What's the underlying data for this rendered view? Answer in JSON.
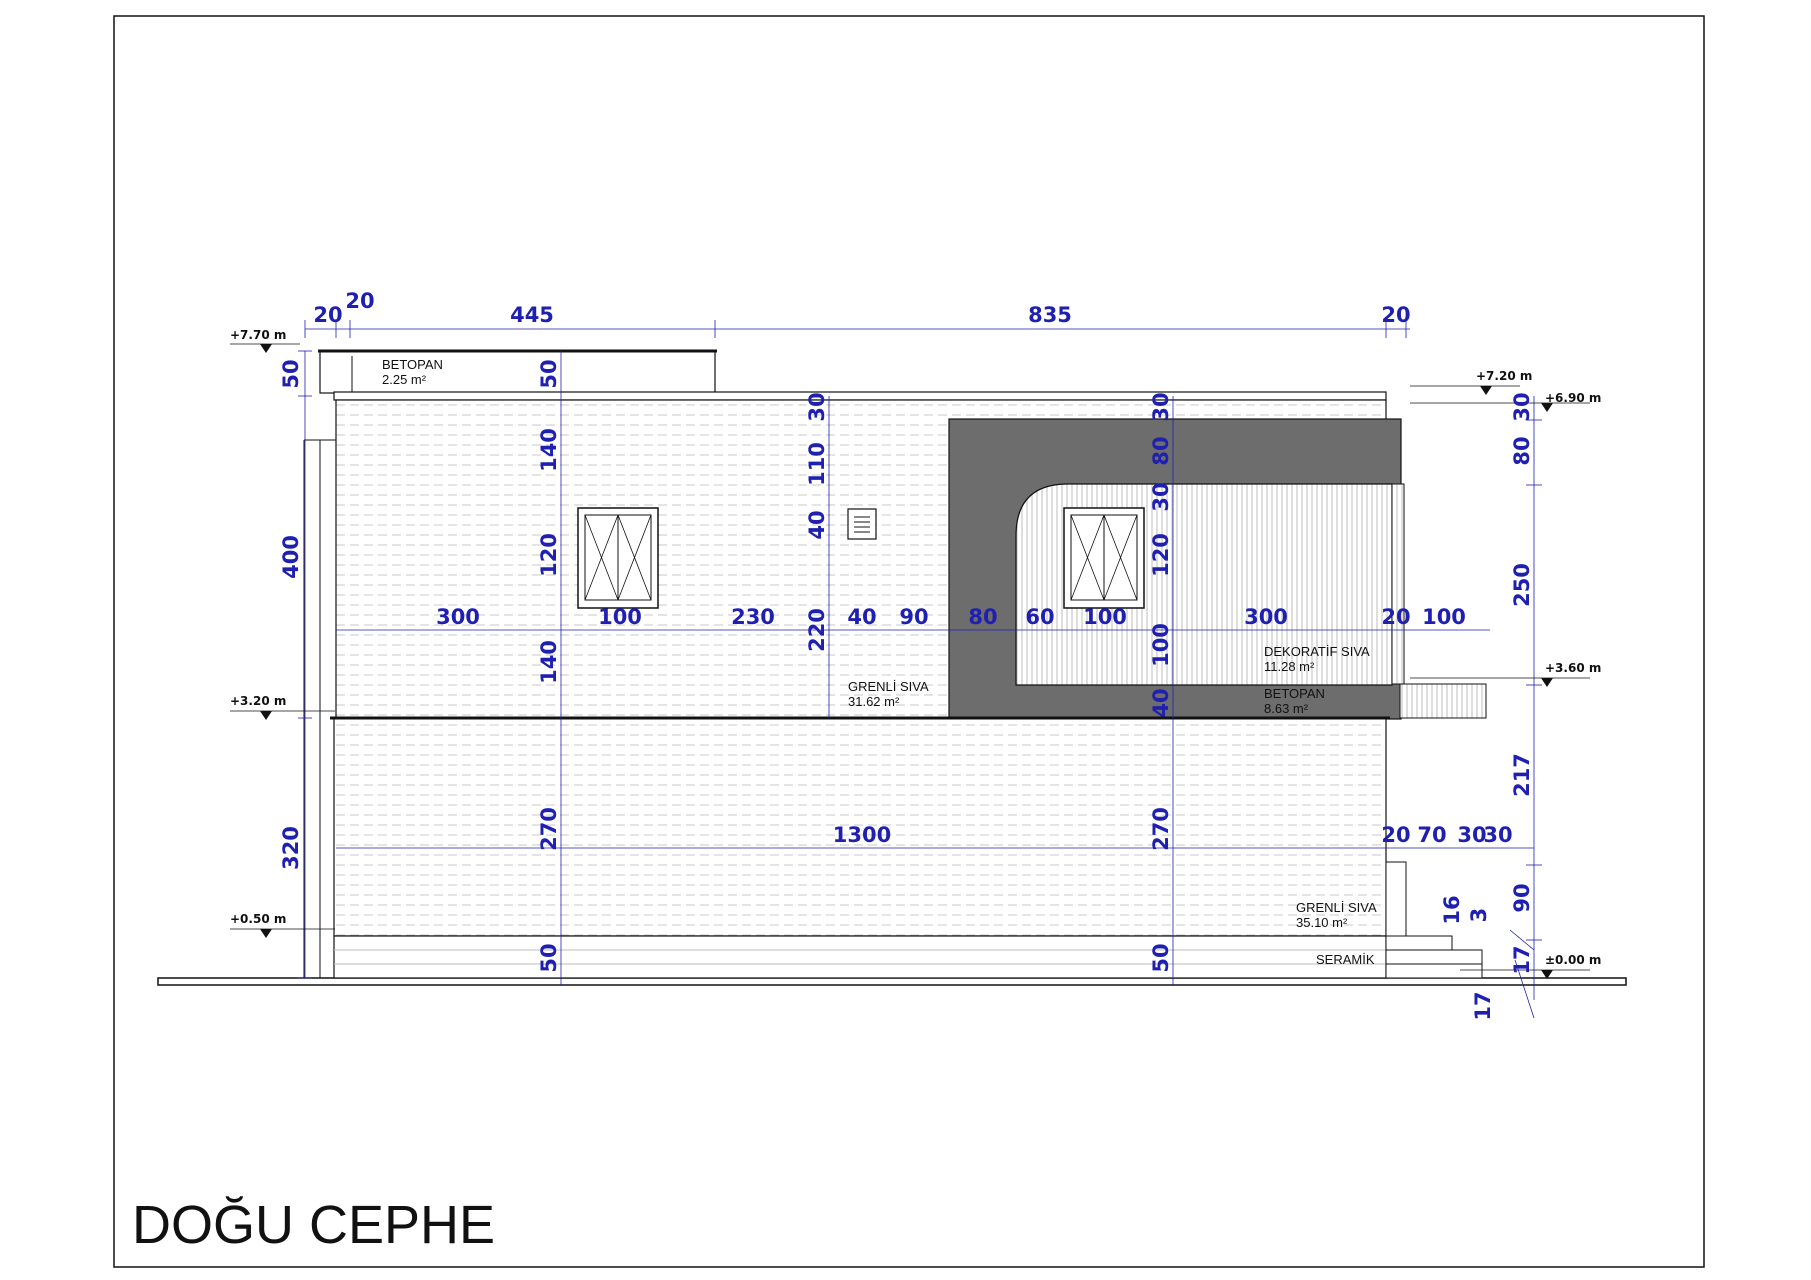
{
  "title": "DOĞU CEPHE",
  "levels": [
    "+7.70 m",
    "+7.20 m",
    "+6.90 m",
    "+3.60 m",
    "+3.20 m",
    "+0.50 m",
    "±0.00 m"
  ],
  "materials": [
    {
      "name": "BETOPAN",
      "area": "2.25 m²"
    },
    {
      "name": "GRENLİ SIVA",
      "area": "31.62 m²"
    },
    {
      "name": "DEKORATİF SIVA",
      "area": "11.28 m²"
    },
    {
      "name": "BETOPAN",
      "area": "8.63 m²"
    },
    {
      "name": "GRENLİ SIVA",
      "area": "35.10 m²"
    },
    {
      "name": "SERAMİK",
      "area": ""
    }
  ],
  "dimensions": {
    "top": [
      "20",
      "20",
      "445",
      "835",
      "20"
    ],
    "left": [
      "50",
      "400",
      "320"
    ],
    "col_a": [
      "50",
      "140",
      "120",
      "140",
      "270",
      "50"
    ],
    "col_b": [
      "30",
      "110",
      "40",
      "220"
    ],
    "col_c": [
      "30",
      "80",
      "30",
      "120",
      "100",
      "40",
      "270",
      "50"
    ],
    "right": [
      "30",
      "80",
      "250",
      "217",
      "90",
      "17"
    ],
    "mid_row": [
      "300",
      "100",
      "230",
      "40",
      "90",
      "80",
      "60",
      "100",
      "300",
      "20",
      "100"
    ],
    "lower_row": [
      "1300",
      "20",
      "70",
      "30",
      "30"
    ],
    "stairs": [
      "16",
      "3",
      "17"
    ]
  },
  "colors": {
    "dimension": "#1f1fb0",
    "dark_panel": "#6d6d6d",
    "line": "#111111"
  }
}
